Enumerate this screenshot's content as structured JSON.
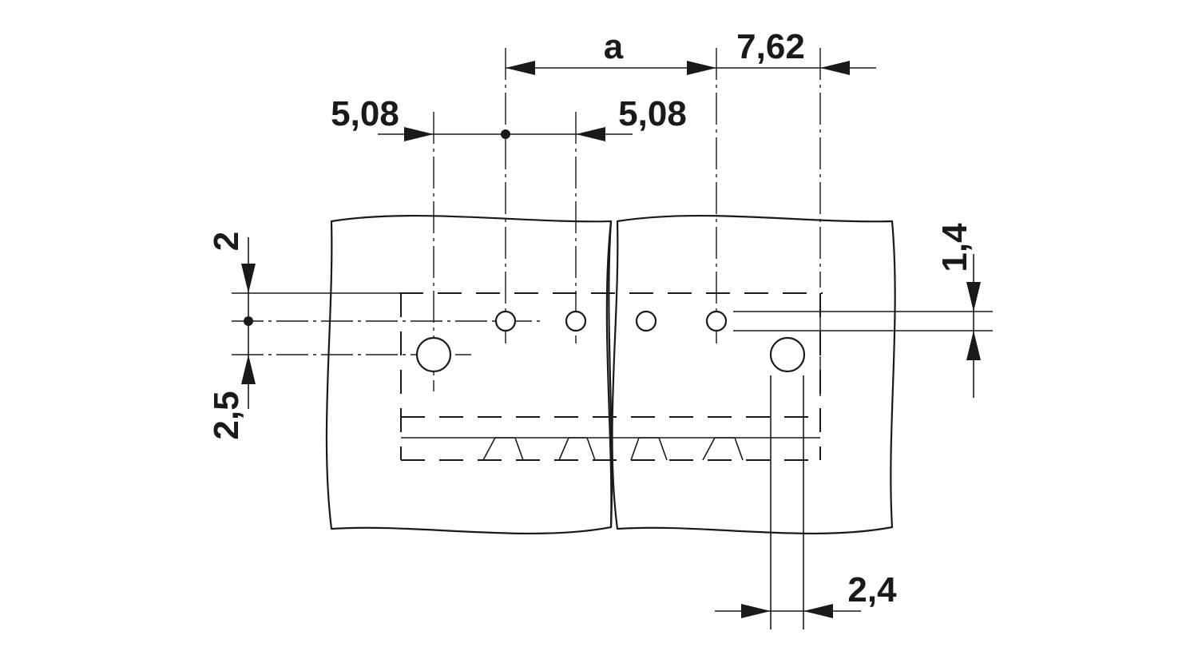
{
  "dimensions": {
    "a": "a",
    "d762": "7,62",
    "d508_left": "5,08",
    "d508_right": "5,08",
    "d2": "2",
    "d25": "2,5",
    "d14": "1,4",
    "d24": "2,4"
  },
  "colors": {
    "line": "#1a1a1a",
    "background": "#ffffff"
  }
}
